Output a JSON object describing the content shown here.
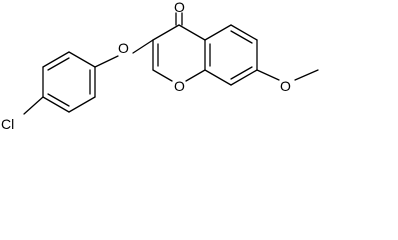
{
  "molecule": {
    "atoms": {
      "chlorine": "Cl",
      "ether_oxygen": "O",
      "carbonyl_oxygen": "O",
      "ring_oxygen": "O",
      "methoxy_oxygen": "O"
    },
    "bond_color": "#000000",
    "background_color": "#ffffff"
  }
}
